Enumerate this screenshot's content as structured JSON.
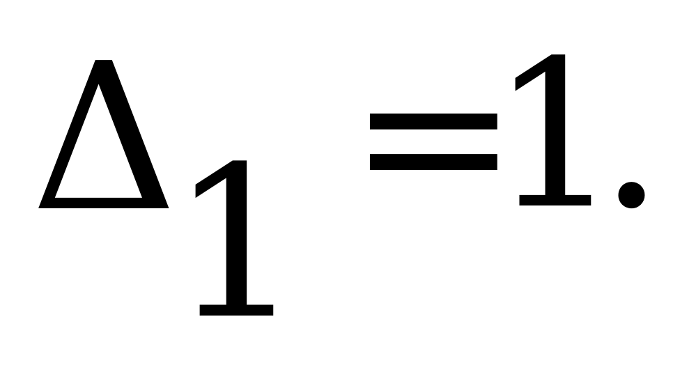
{
  "formula": {
    "symbol": "Δ",
    "subscript": "1",
    "operator": "=",
    "value": "1",
    "terminator": "."
  }
}
